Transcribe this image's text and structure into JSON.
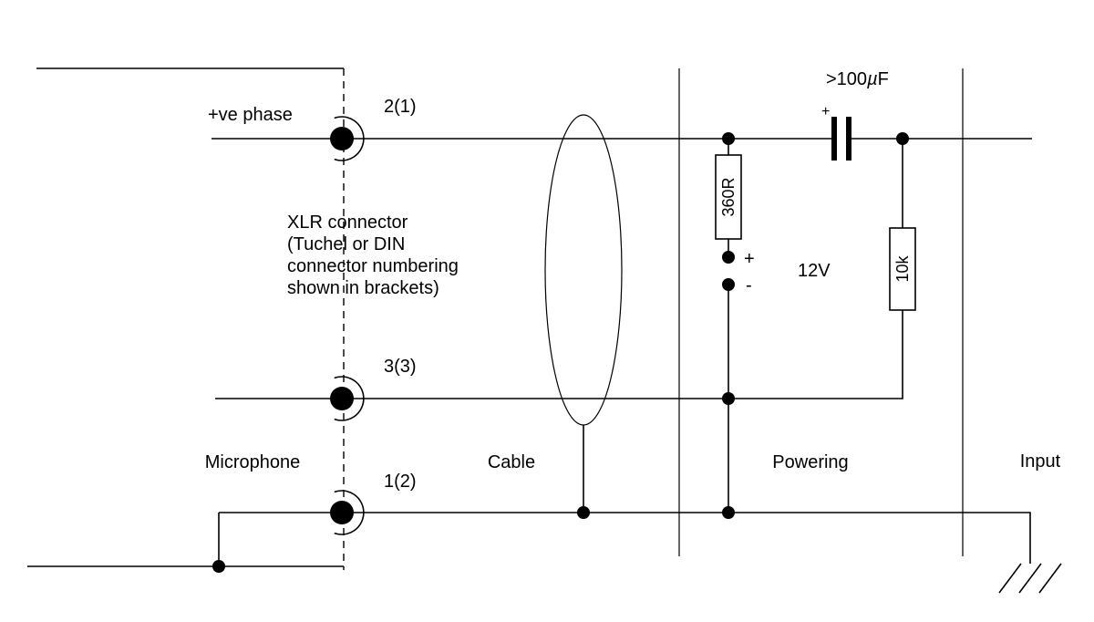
{
  "colors": {
    "line": "#000000",
    "background": "#ffffff"
  },
  "microphone": {
    "phase_label": "+ve phase",
    "note_lines": [
      "XLR connector",
      "(Tuchel or DIN",
      "connector numbering",
      "shown in brackets)"
    ],
    "pin_hot": "2(1)",
    "pin_cold": "3(3)",
    "pin_ground": "1(2)"
  },
  "sections": {
    "microphone": "Microphone",
    "cable": "Cable",
    "powering": "Powering",
    "input": "Input"
  },
  "powering": {
    "series_resistor": "360R",
    "supply_plus": "+",
    "supply_minus": "-",
    "supply_voltage": "12V"
  },
  "input": {
    "cap_polarity": "+",
    "cap_value_prefix": ">100",
    "cap_value_mu": "µ",
    "cap_value_suffix": "F",
    "load_resistor": "10k"
  }
}
